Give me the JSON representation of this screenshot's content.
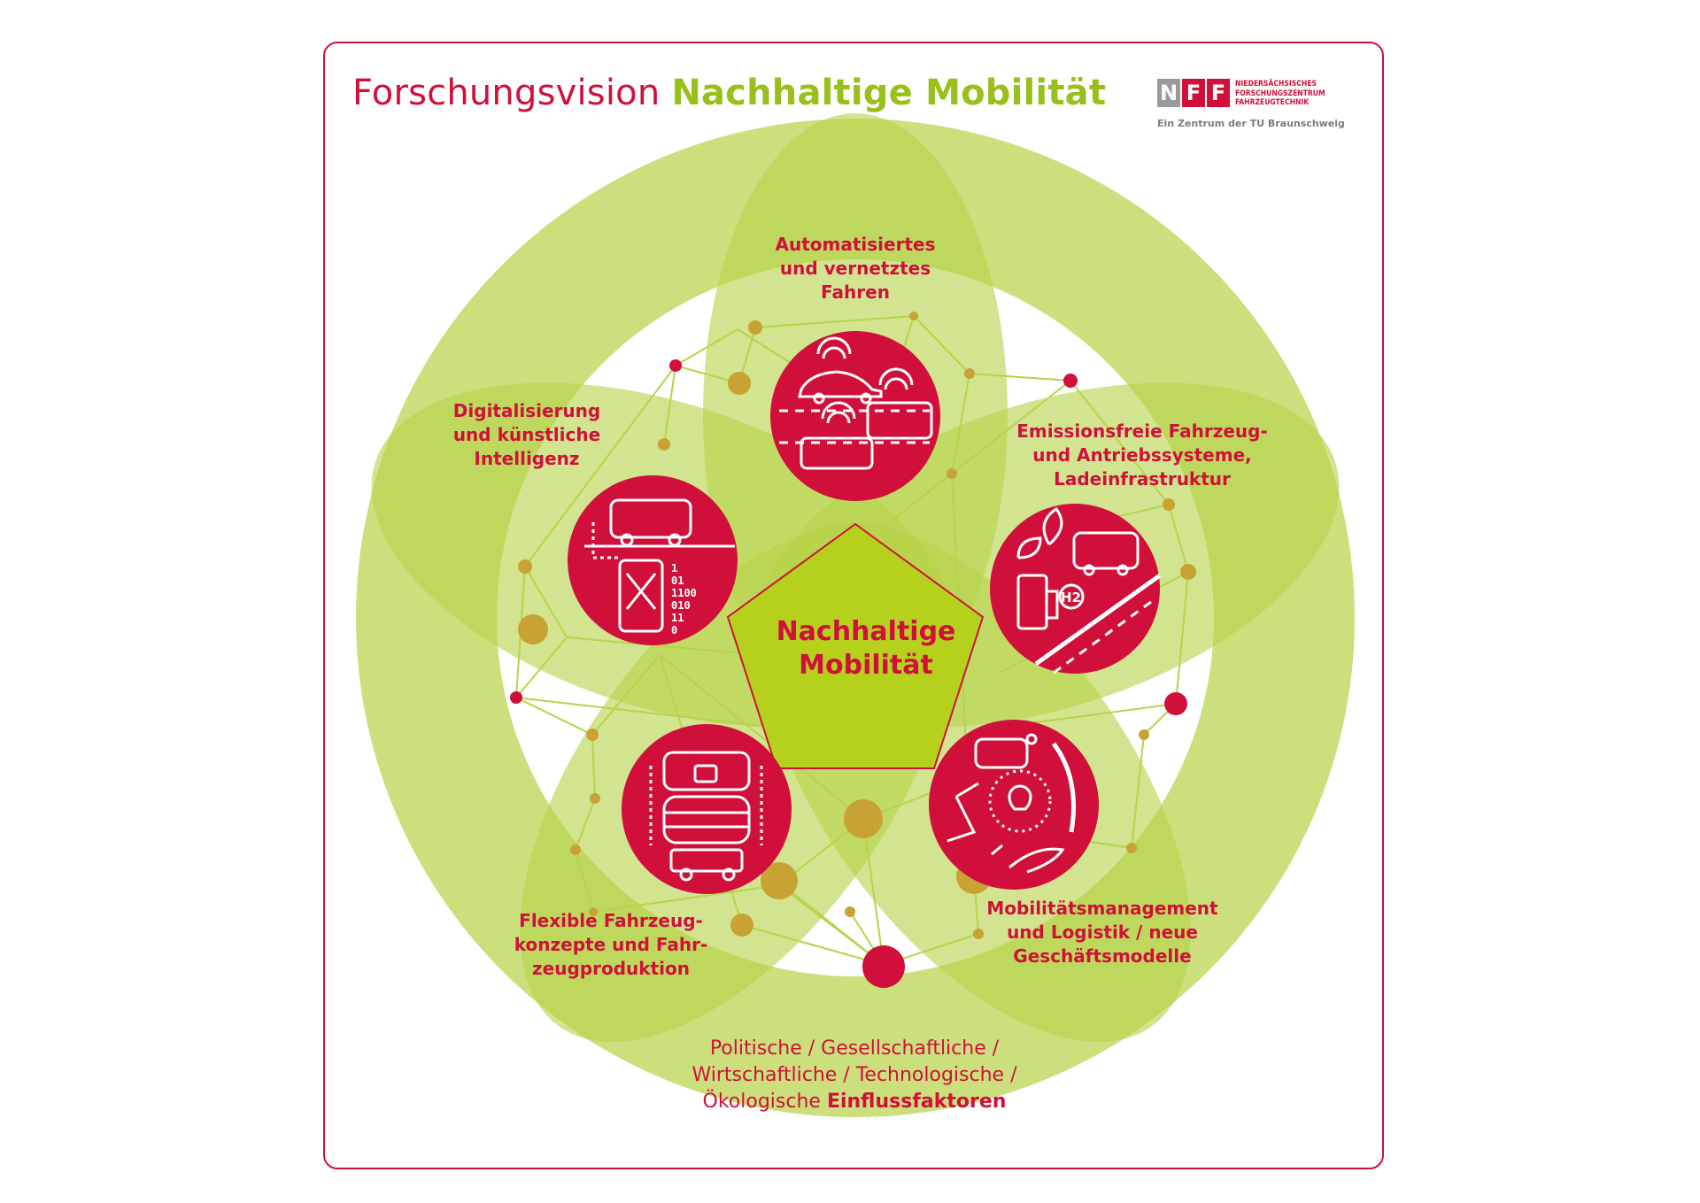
{
  "title": {
    "part1": "Forschungsvision",
    "part2": "Nachhaltige Mobilität"
  },
  "logo": {
    "letters": [
      "N",
      "F",
      "F"
    ],
    "lines": [
      "NIEDERSÄCHSISCHES",
      "FORSCHUNGSZENTRUM",
      "FAHRZEUGTECHNIK"
    ],
    "subtitle": "Ein Zentrum der TU Braunschweig"
  },
  "center": {
    "line1": "Nachhaltige",
    "line2": "Mobilität"
  },
  "topics": {
    "top": [
      "Automatisiertes",
      "und vernetztes",
      "Fahren"
    ],
    "upper_left": [
      "Digitalisierung",
      "und künstliche",
      "Intelligenz"
    ],
    "upper_right": [
      "Emissionsfreie Fahrzeug-",
      "und Antriebssysteme,",
      "Ladeinfrastruktur"
    ],
    "lower_left": [
      "Flexible Fahrzeug-",
      "konzepte und Fahr-",
      "zeugproduktion"
    ],
    "lower_right": [
      "Mobilitätsmanagement",
      "und Logistik / neue",
      "Geschäftsmodelle"
    ]
  },
  "icon_text": {
    "binary": [
      "1",
      "01",
      "1100",
      "010",
      "11",
      "0"
    ],
    "h2": "H2"
  },
  "bottom": {
    "line1": "Politische / Gesellschaftliche /",
    "line2": "Wirtschaftliche / Technologische /",
    "line3_prefix": "Ökologische",
    "line3_bold": "Einflussfaktoren"
  },
  "colors": {
    "brand_red": "#d0103a",
    "green_light": "#cbdf7c",
    "green_medium": "#b7d34a",
    "green_title": "#97c01a",
    "node_gold": "#c8a232",
    "logo_grey": "#9a9a9a"
  }
}
